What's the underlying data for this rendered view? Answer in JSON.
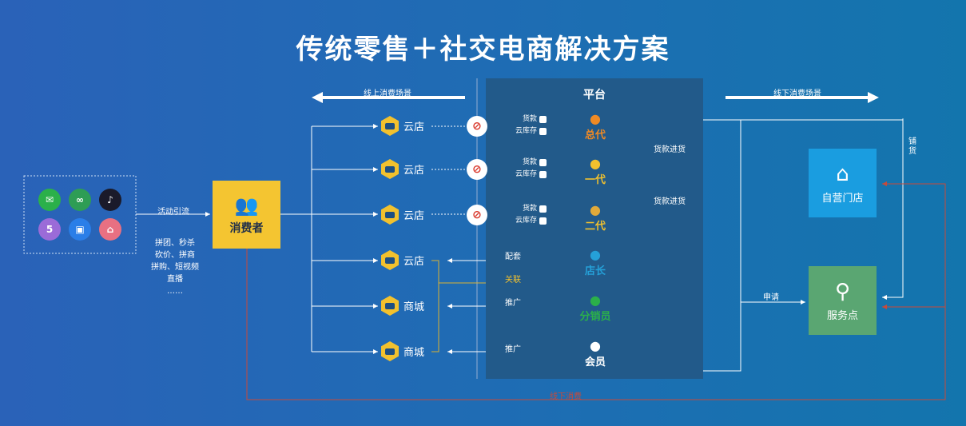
{
  "title": "传统零售＋社交电商解决方案",
  "platform": {
    "title": "平台"
  },
  "online_label": "线上消费场景",
  "offline_label": "线下消费场景",
  "left": {
    "campaign_label": "活动引流",
    "tactics": [
      "拼团、秒杀",
      "砍价、拼商",
      "拼购、短视频",
      "直播",
      "……"
    ],
    "app_icons": [
      "wechat-icon",
      "mini-program-icon",
      "douyin-icon",
      "html5-icon",
      "app-icon",
      "store-icon"
    ],
    "consumer": "消费者"
  },
  "stores": [
    "云店",
    "云店",
    "云店",
    "云店",
    "商城",
    "商城"
  ],
  "pay_rows": [
    {
      "pay": "货款",
      "stock": "云库存"
    },
    {
      "pay": "货款",
      "stock": "云库存"
    },
    {
      "pay": "货款",
      "stock": "云库存"
    }
  ],
  "roles": [
    "总代",
    "一代",
    "二代",
    "店长",
    "分销员",
    "会员"
  ],
  "flows": {
    "pay_stock_1": "货款进货",
    "pay_stock_2": "货款进货",
    "match": "配套",
    "relate": "关联",
    "promote_1": "推广",
    "promote_2": "推广",
    "apply": "申请",
    "supply": "铺货",
    "offline_consume": "线下消费"
  },
  "right": {
    "own_store": "自营门店",
    "service_point": "服务点"
  },
  "colors": {
    "gold": "#f2c12e",
    "orange": "#f08a24",
    "teal": "#25a0d8",
    "green": "#2bb04a",
    "own_store_bg": "#1a9de0",
    "service_bg": "#5aa672",
    "red_line": "#c84a3a"
  }
}
